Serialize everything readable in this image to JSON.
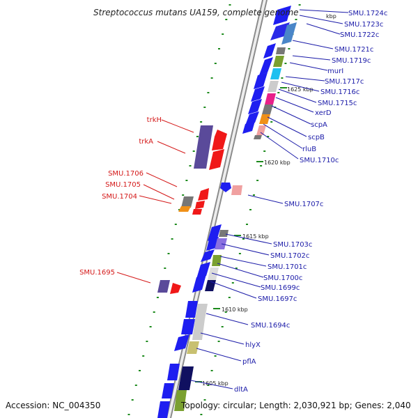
{
  "title": "Streptococcus mutans UA159, complete genome",
  "accession": "Accession: NC_004350",
  "topology": "Topology: circular; Length: 2,030,921 bp; Genes: 2,040",
  "colors": {
    "forward_label": "#1a1aa8",
    "reverse_label": "#d41818",
    "forward_gene": "#1e1ef0",
    "reverse_gene": "#f01818",
    "backbone": "#8a8a8a",
    "ticks": "#1c8a1c"
  },
  "scale": {
    "kbp_label_top": "kbp",
    "marks": [
      "1625 kbp",
      "1620 kbp",
      "1615 kbp",
      "1610 kbp",
      "1605 kbp"
    ]
  },
  "forward_labels": [
    "SMU.1724c",
    "SMU.1723c",
    "SMU.1722c",
    "SMU.1721c",
    "SMU.1719c",
    "murI",
    "SMU.1717c",
    "SMU.1716c",
    "SMU.1715c",
    "xerD",
    "scpA",
    "scpB",
    "rluB",
    "SMU.1710c",
    "SMU.1707c",
    "SMU.1703c",
    "SMU.1702c",
    "SMU.1701c",
    "SMU.1700c",
    "SMU.1699c",
    "SMU.1697c",
    "SMU.1694c",
    "hlyX",
    "pflA",
    "dltA"
  ],
  "reverse_labels": [
    "trkH",
    "trkA",
    "SMU.1706",
    "SMU.1705",
    "SMU.1704",
    "SMU.1695"
  ]
}
